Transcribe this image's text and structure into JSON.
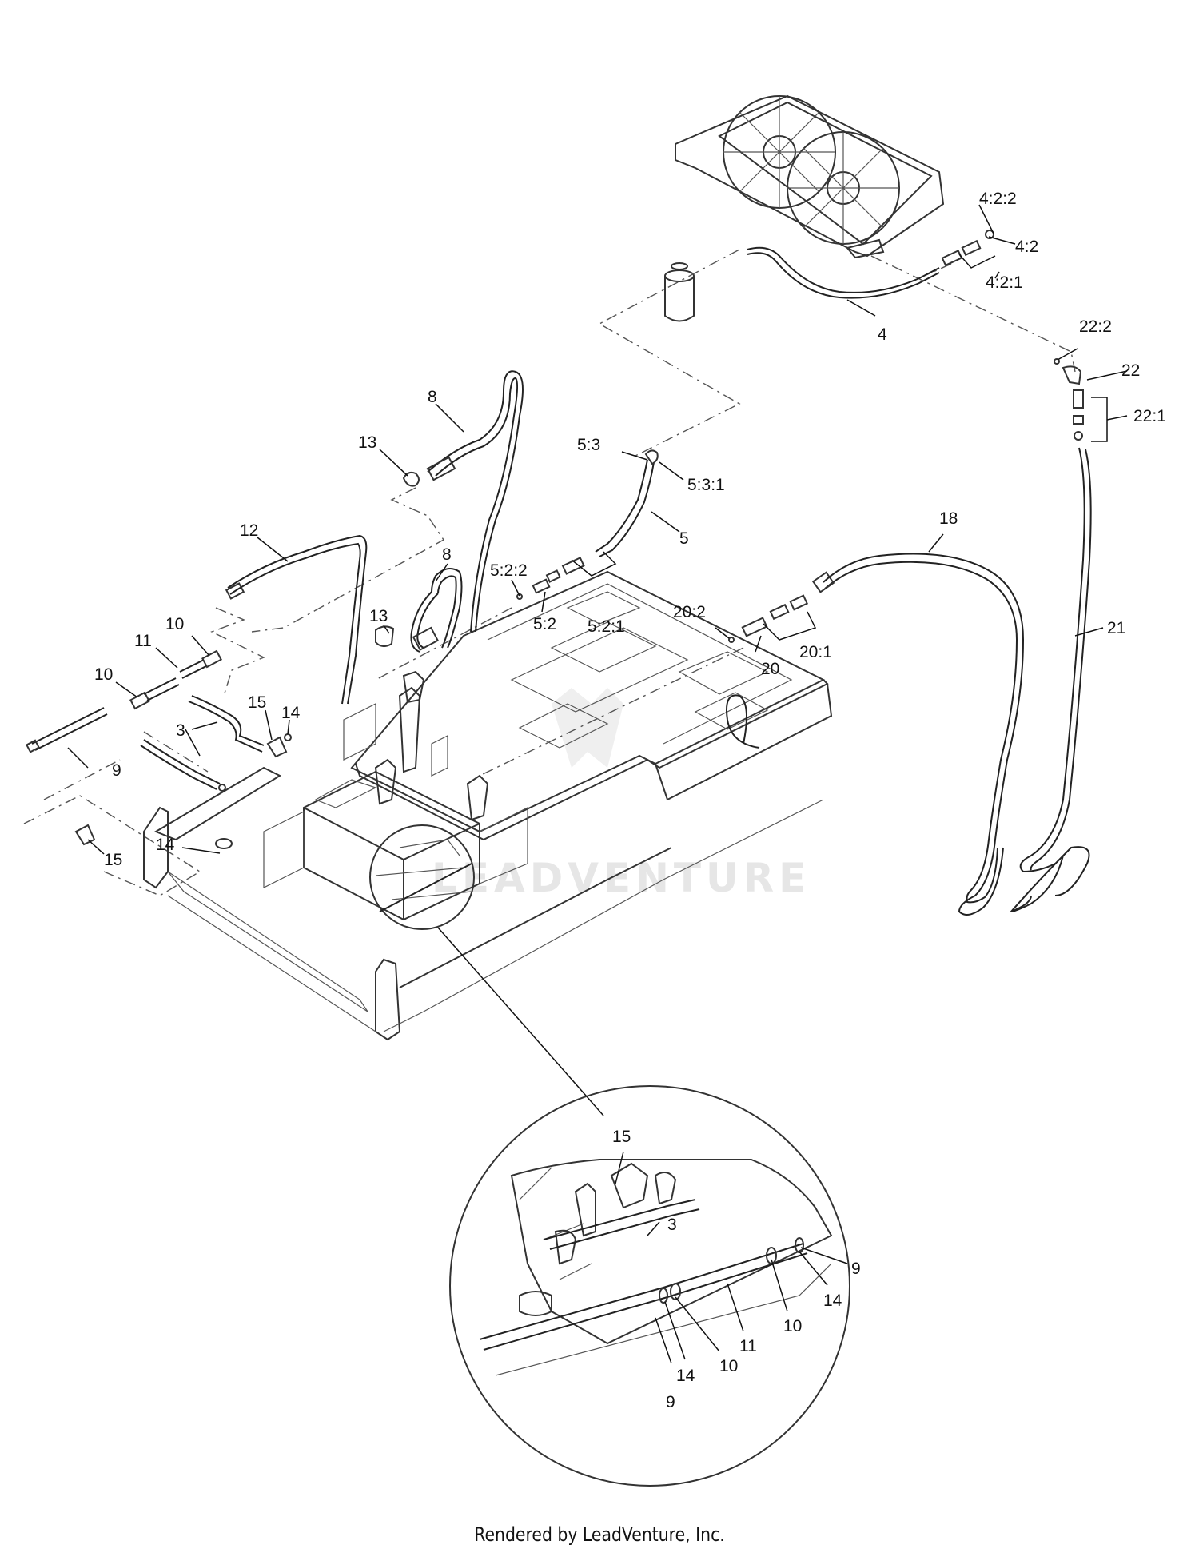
{
  "footer": {
    "text": "Rendered by LeadVenture, Inc."
  },
  "watermark": {
    "text": "LEADVENTURE",
    "color": "#e6e6e6"
  },
  "labels": {
    "l_4_2_2": "4:2:2",
    "l_4_2": "4:2",
    "l_4_2_1": "4:2:1",
    "l_4": "4",
    "l_22_2": "22:2",
    "l_22": "22",
    "l_22_1": "22:1",
    "l_8_top": "8",
    "l_13_top": "13",
    "l_5_3": "5:3",
    "l_5_3_1": "5:3:1",
    "l_5": "5",
    "l_12": "12",
    "l_8_mid": "8",
    "l_5_2_2": "5:2:2",
    "l_5_2_1": "5:2:1",
    "l_5_2": "5:2",
    "l_13_mid": "13",
    "l_10_a": "10",
    "l_11": "11",
    "l_10_b": "10",
    "l_15_a": "15",
    "l_14_a": "14",
    "l_3": "3",
    "l_9": "9",
    "l_14_b": "14",
    "l_15_b": "15",
    "l_18": "18",
    "l_20_2": "20:2",
    "l_20_1": "20:1",
    "l_20": "20",
    "l_21": "21",
    "d_15": "15",
    "d_3": "3",
    "d_9_r": "9",
    "d_14_r": "14",
    "d_10_r": "10",
    "d_11": "11",
    "d_10_l": "10",
    "d_14_l": "14",
    "d_9_l": "9"
  }
}
